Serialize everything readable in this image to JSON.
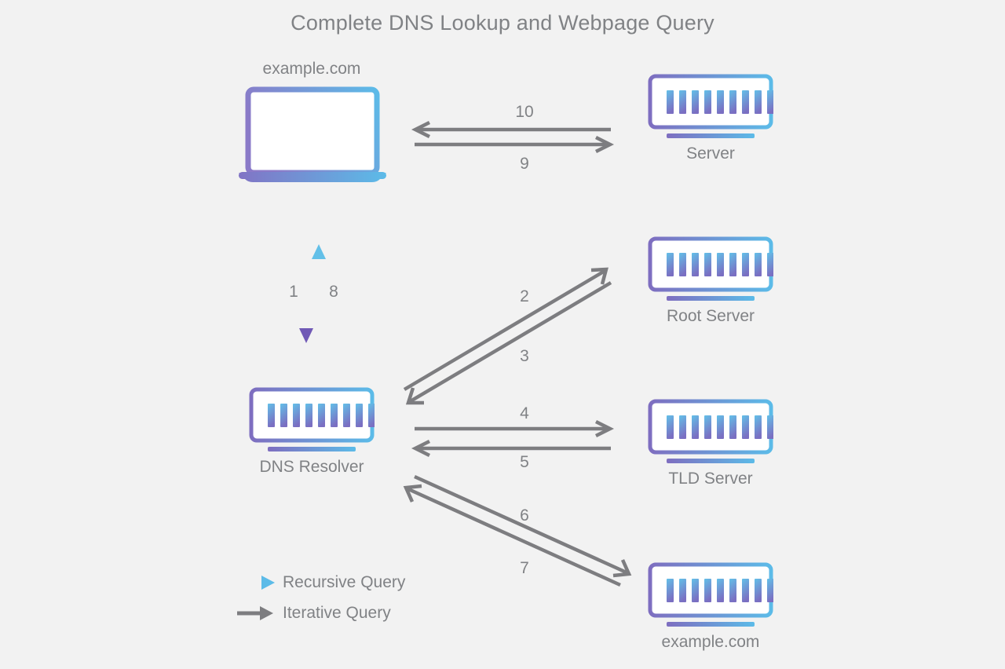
{
  "title": "Complete DNS Lookup and Webpage Query",
  "colors": {
    "background": "#f2f2f2",
    "text": "#808285",
    "iterative_arrow": "#7d7d80",
    "gradient_purple": "#7e6ec0",
    "gradient_blue": "#5cbbe8",
    "icon_white": "#ffffff"
  },
  "nodes": {
    "client": {
      "label": "example.com",
      "icon": "laptop-icon"
    },
    "web_server": {
      "label": "Server",
      "icon": "server-icon"
    },
    "root_server": {
      "label": "Root Server",
      "icon": "server-icon"
    },
    "dns_resolver": {
      "label": "DNS Resolver",
      "icon": "server-icon"
    },
    "tld_server": {
      "label": "TLD Server",
      "icon": "server-icon"
    },
    "authoritative_server": {
      "label": "example.com",
      "icon": "server-icon"
    }
  },
  "steps": [
    {
      "number": "1",
      "from": "client",
      "to": "dns_resolver",
      "kind": "recursive",
      "direction": "down"
    },
    {
      "number": "2",
      "from": "dns_resolver",
      "to": "root_server",
      "kind": "iterative",
      "direction": "up-right"
    },
    {
      "number": "3",
      "from": "root_server",
      "to": "dns_resolver",
      "kind": "iterative",
      "direction": "down-left"
    },
    {
      "number": "4",
      "from": "dns_resolver",
      "to": "tld_server",
      "kind": "iterative",
      "direction": "right"
    },
    {
      "number": "5",
      "from": "tld_server",
      "to": "dns_resolver",
      "kind": "iterative",
      "direction": "left"
    },
    {
      "number": "6",
      "from": "authoritative_server",
      "to": "dns_resolver",
      "kind": "iterative",
      "direction": "up-left"
    },
    {
      "number": "7",
      "from": "dns_resolver",
      "to": "authoritative_server",
      "kind": "iterative",
      "direction": "down-right"
    },
    {
      "number": "8",
      "from": "dns_resolver",
      "to": "client",
      "kind": "recursive",
      "direction": "up"
    },
    {
      "number": "9",
      "from": "client",
      "to": "web_server",
      "kind": "iterative",
      "direction": "right"
    },
    {
      "number": "10",
      "from": "web_server",
      "to": "client",
      "kind": "iterative",
      "direction": "left"
    }
  ],
  "step_numbers": {
    "s1": "1",
    "s2": "2",
    "s3": "3",
    "s4": "4",
    "s5": "5",
    "s6": "6",
    "s7": "7",
    "s8": "8",
    "s9": "9",
    "s10": "10"
  },
  "legend": {
    "items": [
      {
        "label": "Recursive Query",
        "kind": "recursive"
      },
      {
        "label": "Iterative Query",
        "kind": "iterative"
      }
    ]
  },
  "server_icon": {
    "bar_count": 9
  }
}
